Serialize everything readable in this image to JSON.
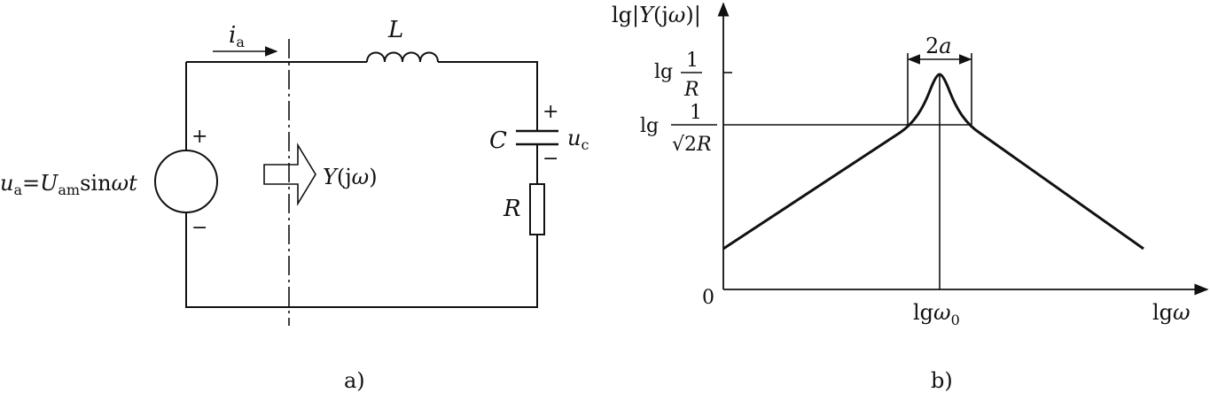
{
  "circuit": {
    "current_label": "i",
    "current_sub": "a",
    "inductor_label": "L",
    "capacitor_label": "C",
    "cap_voltage_label": "u",
    "cap_voltage_sub": "c",
    "resistor_label": "R",
    "admittance_label": "Y(jω)",
    "source_label": {
      "u": "u",
      "u_sub": "a",
      "eq": "=",
      "U": "U",
      "U_sub": "am",
      "sin": "sin",
      "wt": "ωt"
    },
    "plus": "+",
    "minus": "−",
    "caption": "a)"
  },
  "chart_data": {
    "type": "line",
    "ylabel": "lg|Y(jω)|",
    "xlabel": "lgω",
    "origin_label": "0",
    "x_tick_label": "lgω",
    "x_tick_sub": "0",
    "y_tick_top": {
      "prefix": "lg",
      "numerator": "1",
      "denominator": "R"
    },
    "y_tick_mid": {
      "prefix": "lg",
      "numerator": "1",
      "denominator": "√2R"
    },
    "bandwidth_label": "2a",
    "caption": "b)"
  }
}
